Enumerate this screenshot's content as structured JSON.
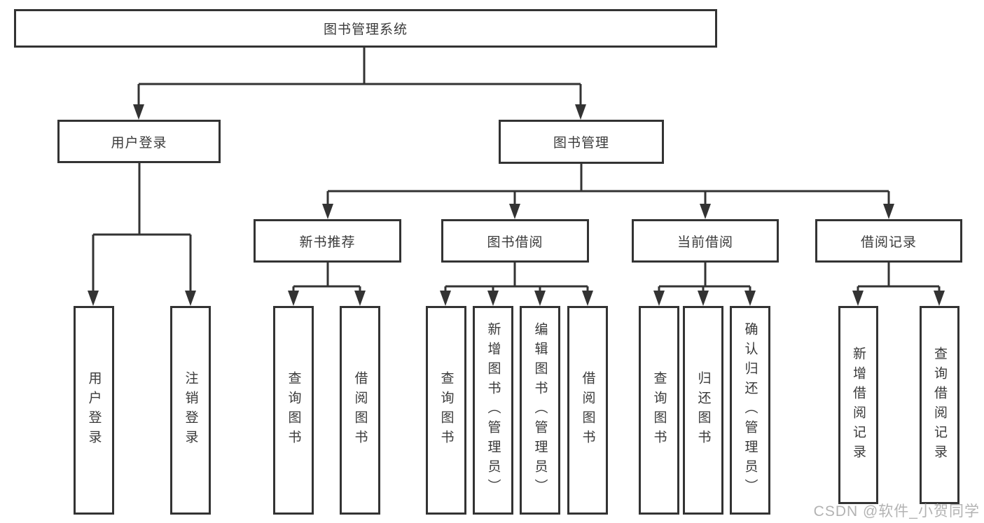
{
  "diagram_title": "图书管理系统",
  "tree": {
    "label": "图书管理系统",
    "children": [
      {
        "label": "用户登录",
        "children": [
          {
            "label": "用户登录"
          },
          {
            "label": "注销登录"
          }
        ]
      },
      {
        "label": "图书管理",
        "children": [
          {
            "label": "新书推荐",
            "children": [
              {
                "label": "查询图书"
              },
              {
                "label": "借阅图书"
              }
            ]
          },
          {
            "label": "图书借阅",
            "children": [
              {
                "label": "查询图书"
              },
              {
                "label": "新增图书（管理员）"
              },
              {
                "label": "编辑图书（管理员）"
              },
              {
                "label": "借阅图书"
              }
            ]
          },
          {
            "label": "当前借阅",
            "children": [
              {
                "label": "查询图书"
              },
              {
                "label": "归还图书"
              },
              {
                "label": "确认归还（管理员）"
              }
            ]
          },
          {
            "label": "借阅记录",
            "children": [
              {
                "label": "新增借阅记录"
              },
              {
                "label": "查询借阅记录"
              }
            ]
          }
        ]
      }
    ]
  },
  "watermark": "CSDN @软件_小贺同学",
  "colors": {
    "line": "#333333",
    "box_border": "#333333",
    "box_background": "#ffffff",
    "text": "#3a3a3a",
    "watermark": "#b3b3b3",
    "page_background": "#ffffff"
  }
}
